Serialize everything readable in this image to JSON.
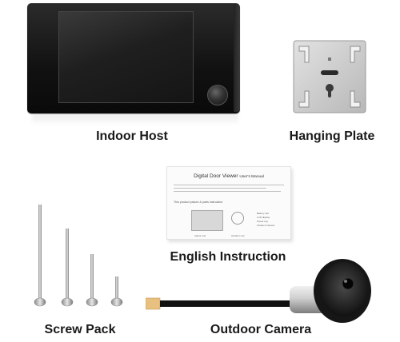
{
  "items": {
    "indoor_host": "Indoor Host",
    "hanging_plate": "Hanging Plate",
    "english_instruction": "English Instruction",
    "screw_pack": "Screw Pack",
    "outdoor_camera": "Outdoor Camera"
  },
  "manual": {
    "title": "Digital Door Viewer",
    "title_suffix": "User's Manual",
    "section": "This product picture & parts instruction",
    "labels": [
      "Battery slot",
      "LCD display",
      "Power key",
      "Outdoor Camera"
    ],
    "caption_left": "Indoor unit",
    "caption_right": "Outdoor unit"
  },
  "colors": {
    "device_black": "#111111",
    "plate_silver": "#c9c9c9",
    "caption_text": "#1a1a1a",
    "cable_tip": "#e8c080"
  }
}
